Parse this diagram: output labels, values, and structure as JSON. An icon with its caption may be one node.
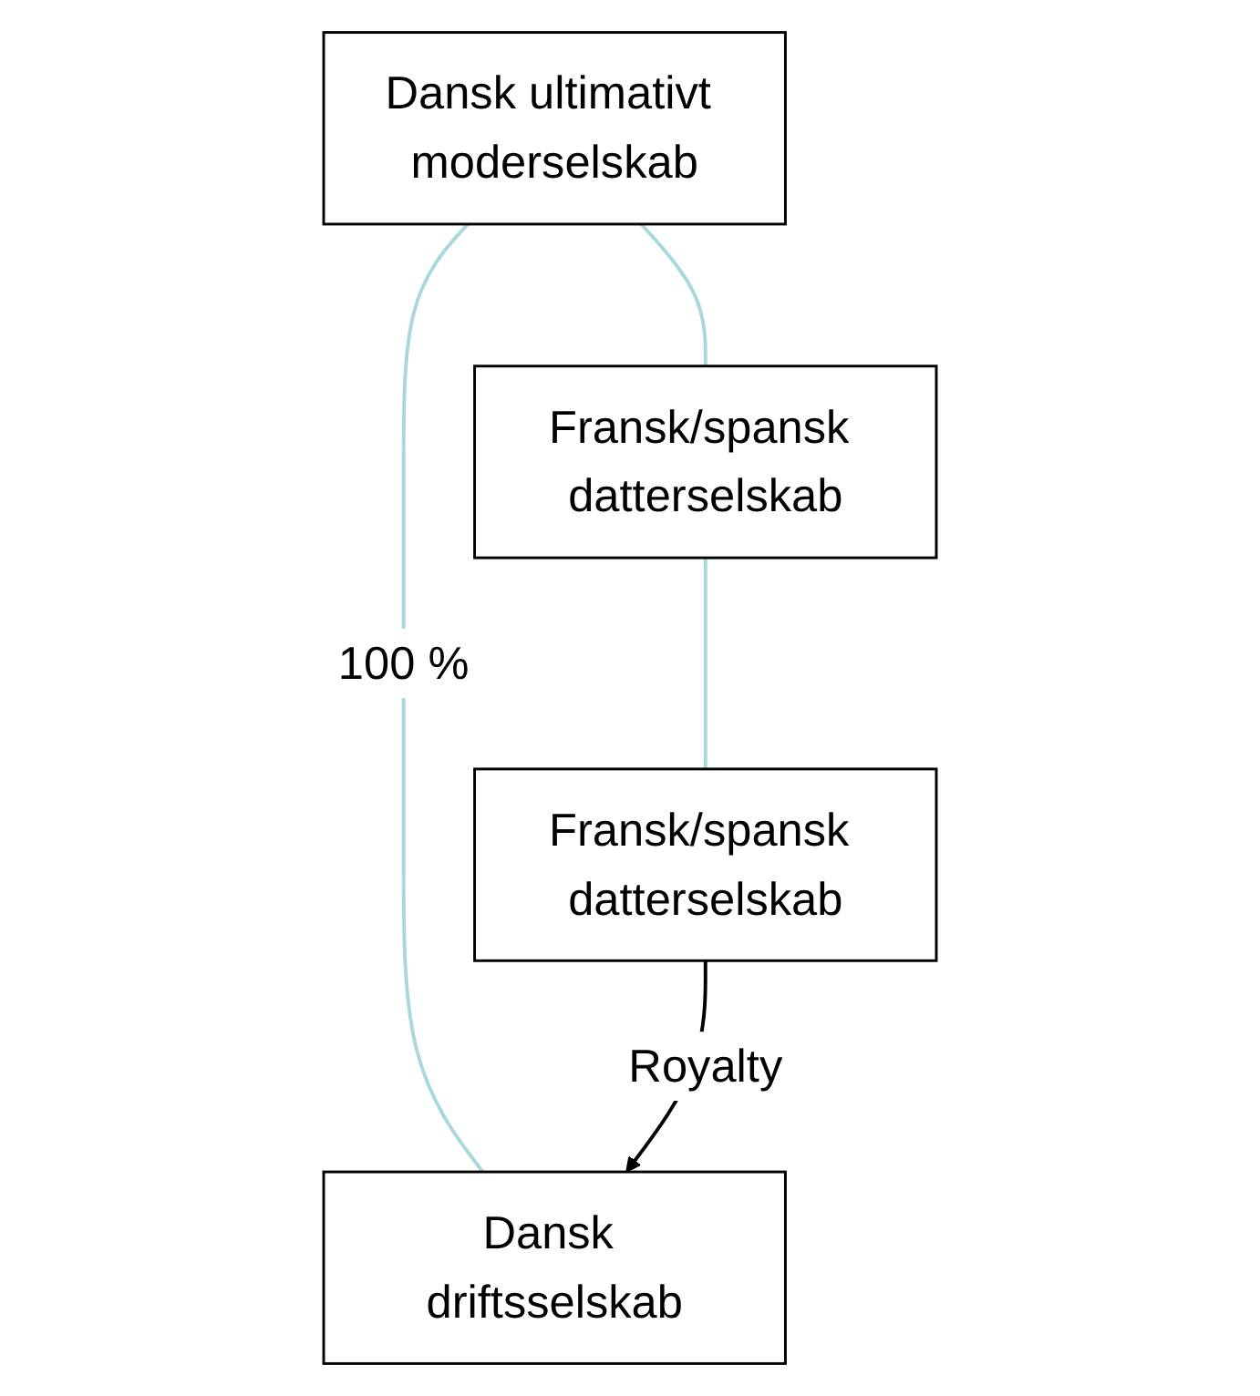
{
  "diagram": {
    "nodes": [
      {
        "text": [
          "Dansk ultimativt moderselskab"
        ]
      },
      {
        "text": [
          "Dansk driftsselskab"
        ]
      },
      {
        "text": [
          "Fransk/spansk datterselskab"
        ]
      },
      {
        "text": [
          "Fransk/spansk datterselskab"
        ]
      }
    ],
    "edges": [
      {
        "from": 0,
        "to": 1,
        "arrow": "none",
        "label": "100 %"
      },
      {
        "from": 0,
        "to": 2,
        "arrow": "none"
      },
      {
        "from": 2,
        "to": 3,
        "arrow": "none"
      },
      {
        "from": 3,
        "to": 1,
        "arrow": "to",
        "label": "Royalty",
        "color": "#000000"
      }
    ]
  }
}
